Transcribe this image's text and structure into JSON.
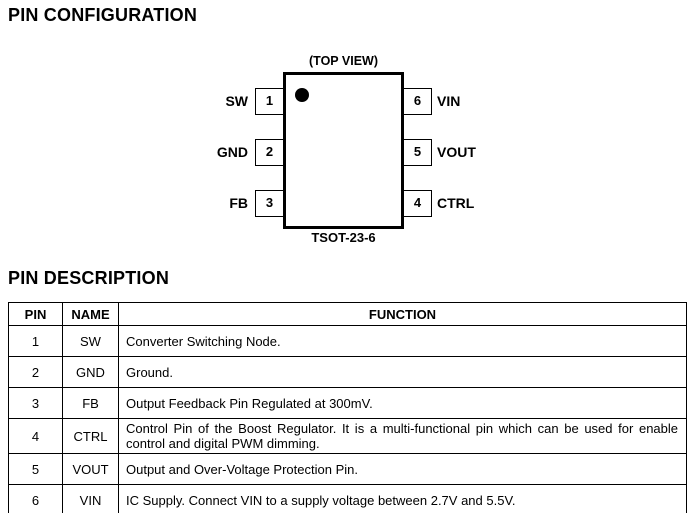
{
  "sections": {
    "configuration_title": "PIN CONFIGURATION",
    "description_title": "PIN DESCRIPTION"
  },
  "diagram": {
    "top_view_label": "(TOP VIEW)",
    "package_label": "TSOT-23-6",
    "pin1_indicator": "dot",
    "left_pins": [
      {
        "name": "SW",
        "number": "1"
      },
      {
        "name": "GND",
        "number": "2"
      },
      {
        "name": "FB",
        "number": "3"
      }
    ],
    "right_pins": [
      {
        "number": "6",
        "name": "VIN"
      },
      {
        "number": "5",
        "name": "VOUT"
      },
      {
        "number": "4",
        "name": "CTRL"
      }
    ]
  },
  "table": {
    "headers": {
      "pin": "PIN",
      "name": "NAME",
      "function": "FUNCTION"
    },
    "rows": [
      {
        "pin": "1",
        "name": "SW",
        "function": "Converter Switching Node."
      },
      {
        "pin": "2",
        "name": "GND",
        "function": "Ground."
      },
      {
        "pin": "3",
        "name": "FB",
        "function": "Output Feedback Pin Regulated at 300mV."
      },
      {
        "pin": "4",
        "name": "CTRL",
        "function": "Control Pin of the Boost Regulator. It is a multi-functional pin which can be used for enable control and digital PWM dimming."
      },
      {
        "pin": "5",
        "name": "VOUT",
        "function": "Output and Over-Voltage Protection Pin."
      },
      {
        "pin": "6",
        "name": "VIN",
        "function": "IC Supply. Connect VIN to a supply voltage between 2.7V and 5.5V."
      }
    ]
  },
  "colors": {
    "text": "#000000",
    "background": "#ffffff",
    "border": "#000000"
  }
}
